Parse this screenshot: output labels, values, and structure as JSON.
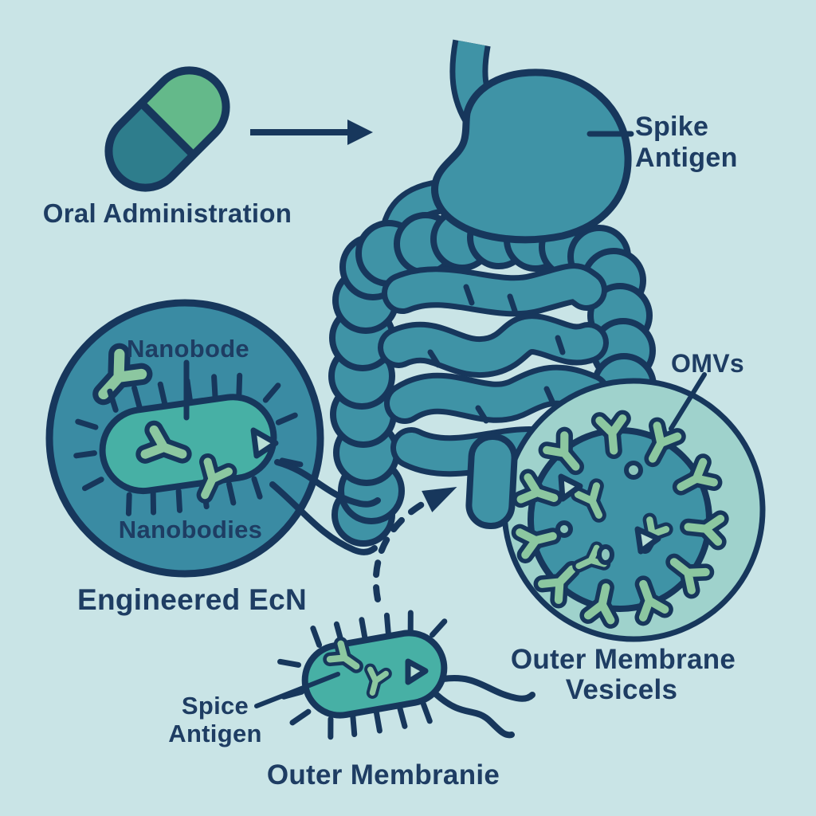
{
  "labels": {
    "oral_administration": "Oral Administration",
    "spike_line1": "Spike",
    "spike_line2": "Antigen",
    "nanobode": "Nanobode",
    "nanobodies": "Nanobodies",
    "engineered_ecn": "Engineered EcN",
    "omvs": "OMVs",
    "outer_membrane_line1": "Outer Membrane",
    "outer_membrane_line2": "Vesicels",
    "spice_line1": "Spice",
    "spice_line2": "Antigen",
    "outer_membranie": "Outer Membranie"
  },
  "colors": {
    "background": "#c9e4e6",
    "ink": "#17375c",
    "text": "#1e3d63",
    "organ_teal": "#3f93a6",
    "ecn_circle_teal": "#3a8ba3",
    "bacterium_teal": "#47b0a5",
    "pill_green": "#64b98a",
    "pill_teal": "#2e7d8c",
    "nanobody_green": "#8cc7a0",
    "omv_outer_pale": "#9fd2cc",
    "triangle_pale": "#b9ded6"
  }
}
